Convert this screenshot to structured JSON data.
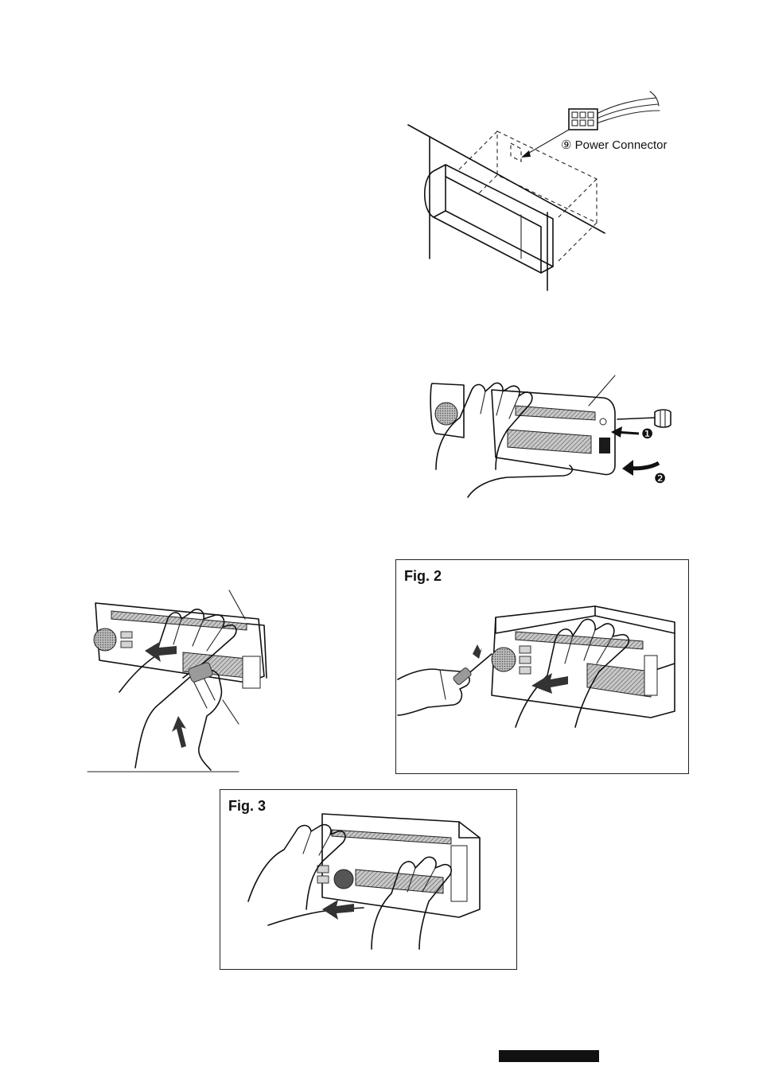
{
  "labels": {
    "power_connector": "⑨ Power Connector",
    "step_1": "❶",
    "step_2": "❷"
  },
  "figures": {
    "fig2": "Fig. 2",
    "fig3": "Fig. 3"
  }
}
